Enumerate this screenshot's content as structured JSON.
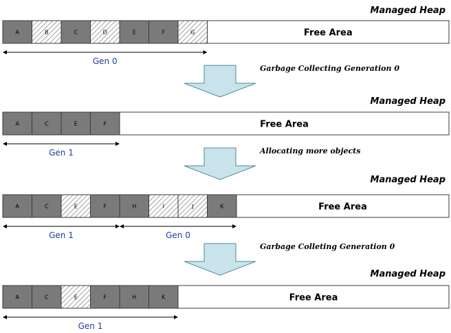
{
  "colors": {
    "live": "#7a7a7a",
    "garbage_bg": "#ffffff",
    "garbage_hatch": "#8a8a8a",
    "free": "#ffffff",
    "outline": "#3a3a3a",
    "arrow_fill": "#c8e3ea",
    "arrow_stroke": "#4e8a9c",
    "gen_text": "#1f3e9c"
  },
  "heaps": [
    {
      "label": "Managed Heap",
      "free_label": "Free Area",
      "cells": [
        {
          "name": "A",
          "state": "live"
        },
        {
          "name": "B",
          "state": "garbage"
        },
        {
          "name": "C",
          "state": "live"
        },
        {
          "name": "D",
          "state": "garbage"
        },
        {
          "name": "E",
          "state": "live"
        },
        {
          "name": "F",
          "state": "live"
        },
        {
          "name": "G",
          "state": "garbage"
        }
      ],
      "generations": [
        {
          "label": "Gen 0",
          "from": 0,
          "to": 7
        }
      ]
    },
    {
      "label": "Managed Heap",
      "free_label": "Free Area",
      "cells": [
        {
          "name": "A",
          "state": "live"
        },
        {
          "name": "C",
          "state": "live"
        },
        {
          "name": "E",
          "state": "live"
        },
        {
          "name": "F",
          "state": "live"
        }
      ],
      "generations": [
        {
          "label": "Gen 1",
          "from": 0,
          "to": 4
        }
      ]
    },
    {
      "label": "Managed Heap",
      "free_label": "Free Area",
      "cells": [
        {
          "name": "A",
          "state": "live"
        },
        {
          "name": "C",
          "state": "live"
        },
        {
          "name": "E",
          "state": "garbage"
        },
        {
          "name": "F",
          "state": "live"
        },
        {
          "name": "H",
          "state": "live"
        },
        {
          "name": "I",
          "state": "garbage"
        },
        {
          "name": "J",
          "state": "garbage"
        },
        {
          "name": "K",
          "state": "live"
        }
      ],
      "generations": [
        {
          "label": "Gen 1",
          "from": 0,
          "to": 4
        },
        {
          "label": "Gen 0",
          "from": 4,
          "to": 8
        }
      ]
    },
    {
      "label": "Managed Heap",
      "free_label": "Free Area",
      "cells": [
        {
          "name": "A",
          "state": "live"
        },
        {
          "name": "C",
          "state": "live"
        },
        {
          "name": "E",
          "state": "garbage"
        },
        {
          "name": "F",
          "state": "live"
        },
        {
          "name": "H",
          "state": "live"
        },
        {
          "name": "K",
          "state": "live"
        }
      ],
      "generations": [
        {
          "label": "Gen 1",
          "from": 0,
          "to": 6
        }
      ]
    }
  ],
  "steps": [
    {
      "label": "Garbage Collecting Generation 0"
    },
    {
      "label": "Allocating more objects"
    },
    {
      "label": "Garbage Colleting Generation 0"
    }
  ]
}
